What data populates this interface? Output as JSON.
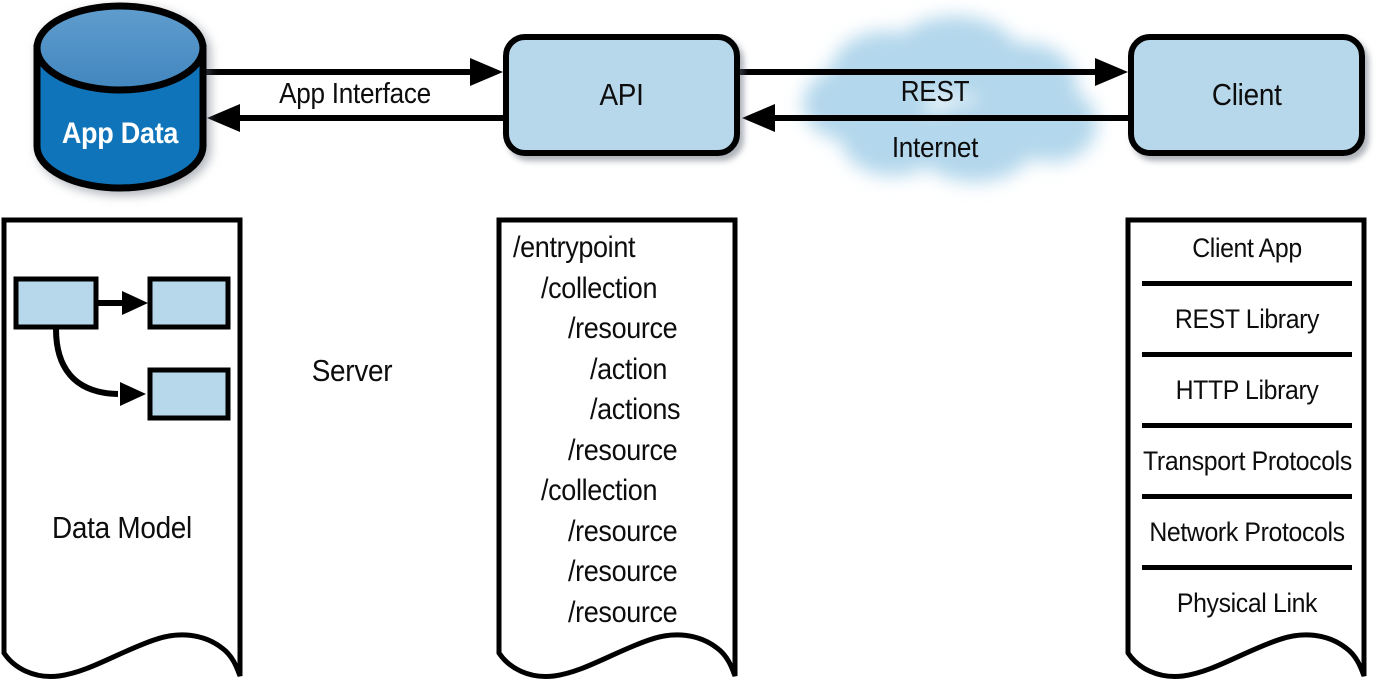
{
  "nodes": {
    "app_data": "App Data",
    "api": "API",
    "client": "Client"
  },
  "edges": {
    "app_interface": "App Interface",
    "rest": "REST",
    "internet": "Internet"
  },
  "server_label": "Server",
  "panels": {
    "data_model": {
      "caption": "Data Model"
    },
    "endpoints": {
      "items": [
        {
          "label": "/entrypoint",
          "indent": 0
        },
        {
          "label": "/collection",
          "indent": 1
        },
        {
          "label": "/resource",
          "indent": 2
        },
        {
          "label": "/action",
          "indent": 3
        },
        {
          "label": "/actions",
          "indent": 3
        },
        {
          "label": "/resource",
          "indent": 2
        },
        {
          "label": "/collection",
          "indent": 1
        },
        {
          "label": "/resource",
          "indent": 2
        },
        {
          "label": "/resource",
          "indent": 2
        },
        {
          "label": "/resource",
          "indent": 2
        }
      ]
    },
    "client_stack": {
      "layers": [
        "Client App",
        "REST Library",
        "HTTP Library",
        "Transport Protocols",
        "Network Protocols",
        "Physical Link"
      ]
    }
  },
  "colors": {
    "node_fill": "#b7d7ea",
    "cylinder_body": "#0f74ba",
    "cylinder_top_light": "#5f9dcd",
    "cloud": "#b3d7ec",
    "stroke": "#000000"
  }
}
